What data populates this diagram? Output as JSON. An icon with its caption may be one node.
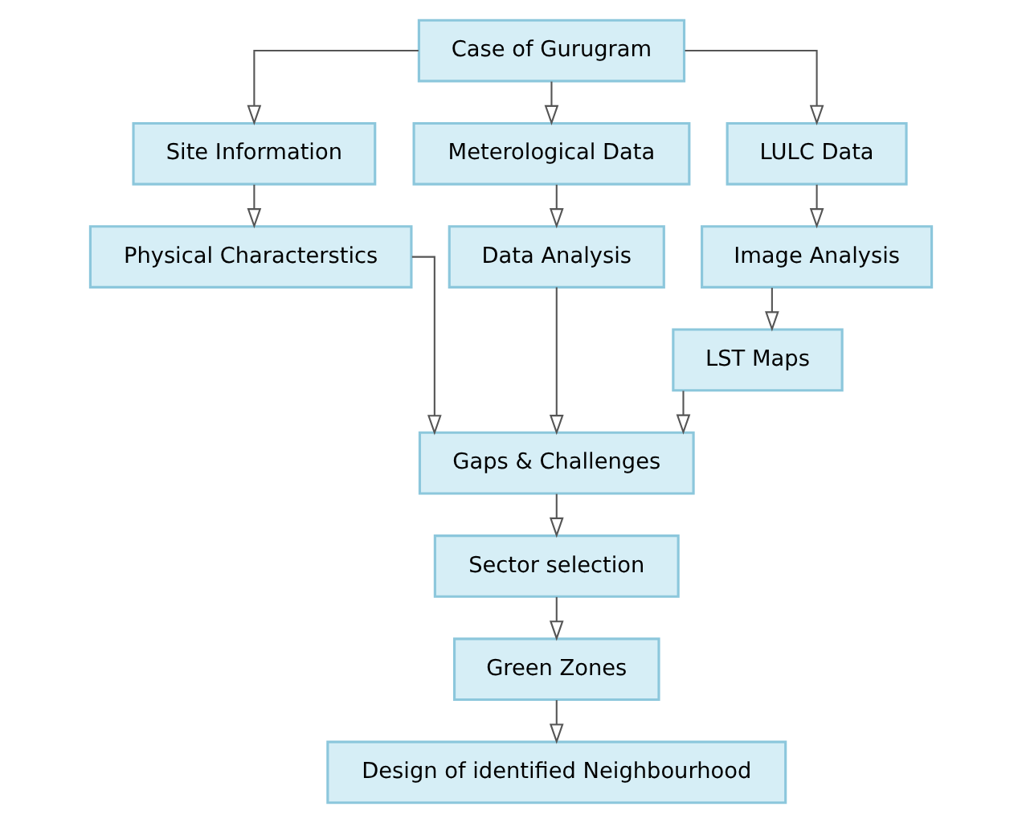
{
  "diagram": {
    "nodes": [
      {
        "text": [
          "Case of Gurugram"
        ]
      },
      {
        "text": [
          "Site Information"
        ]
      },
      {
        "text": [
          "Meterological Data"
        ]
      },
      {
        "text": [
          "LULC Data"
        ]
      },
      {
        "text": [
          "Physical Characterstics"
        ]
      },
      {
        "text": [
          "Data Analysis"
        ]
      },
      {
        "text": [
          "Image Analysis"
        ]
      },
      {
        "text": [
          "Gaps & Challenges"
        ]
      },
      {
        "text": [
          "LST Maps"
        ]
      },
      {
        "text": [
          "Sector selection"
        ]
      },
      {
        "text": [
          "Green Zones"
        ]
      },
      {
        "text": [
          "Design of identified Neighbourhood"
        ]
      }
    ],
    "edges": [
      {
        "from": 0,
        "to": 1,
        "arrow": "to"
      },
      {
        "from": 0,
        "to": 2,
        "arrow": "to"
      },
      {
        "from": 0,
        "to": 3,
        "arrow": "to"
      },
      {
        "from": 1,
        "to": 4,
        "arrow": "to"
      },
      {
        "from": 2,
        "to": 5,
        "arrow": "to"
      },
      {
        "from": 3,
        "to": 6,
        "arrow": "to"
      },
      {
        "from": 4,
        "to": 7,
        "arrow": "to"
      },
      {
        "from": 5,
        "to": 7,
        "arrow": "to"
      },
      {
        "from": 6,
        "to": 8,
        "arrow": "to"
      },
      {
        "from": 8,
        "to": 7,
        "arrow": "to"
      },
      {
        "from": 7,
        "to": 9,
        "arrow": "to"
      },
      {
        "from": 9,
        "to": 10,
        "arrow": "to"
      },
      {
        "from": 10,
        "to": 11,
        "arrow": "to"
      }
    ]
  }
}
